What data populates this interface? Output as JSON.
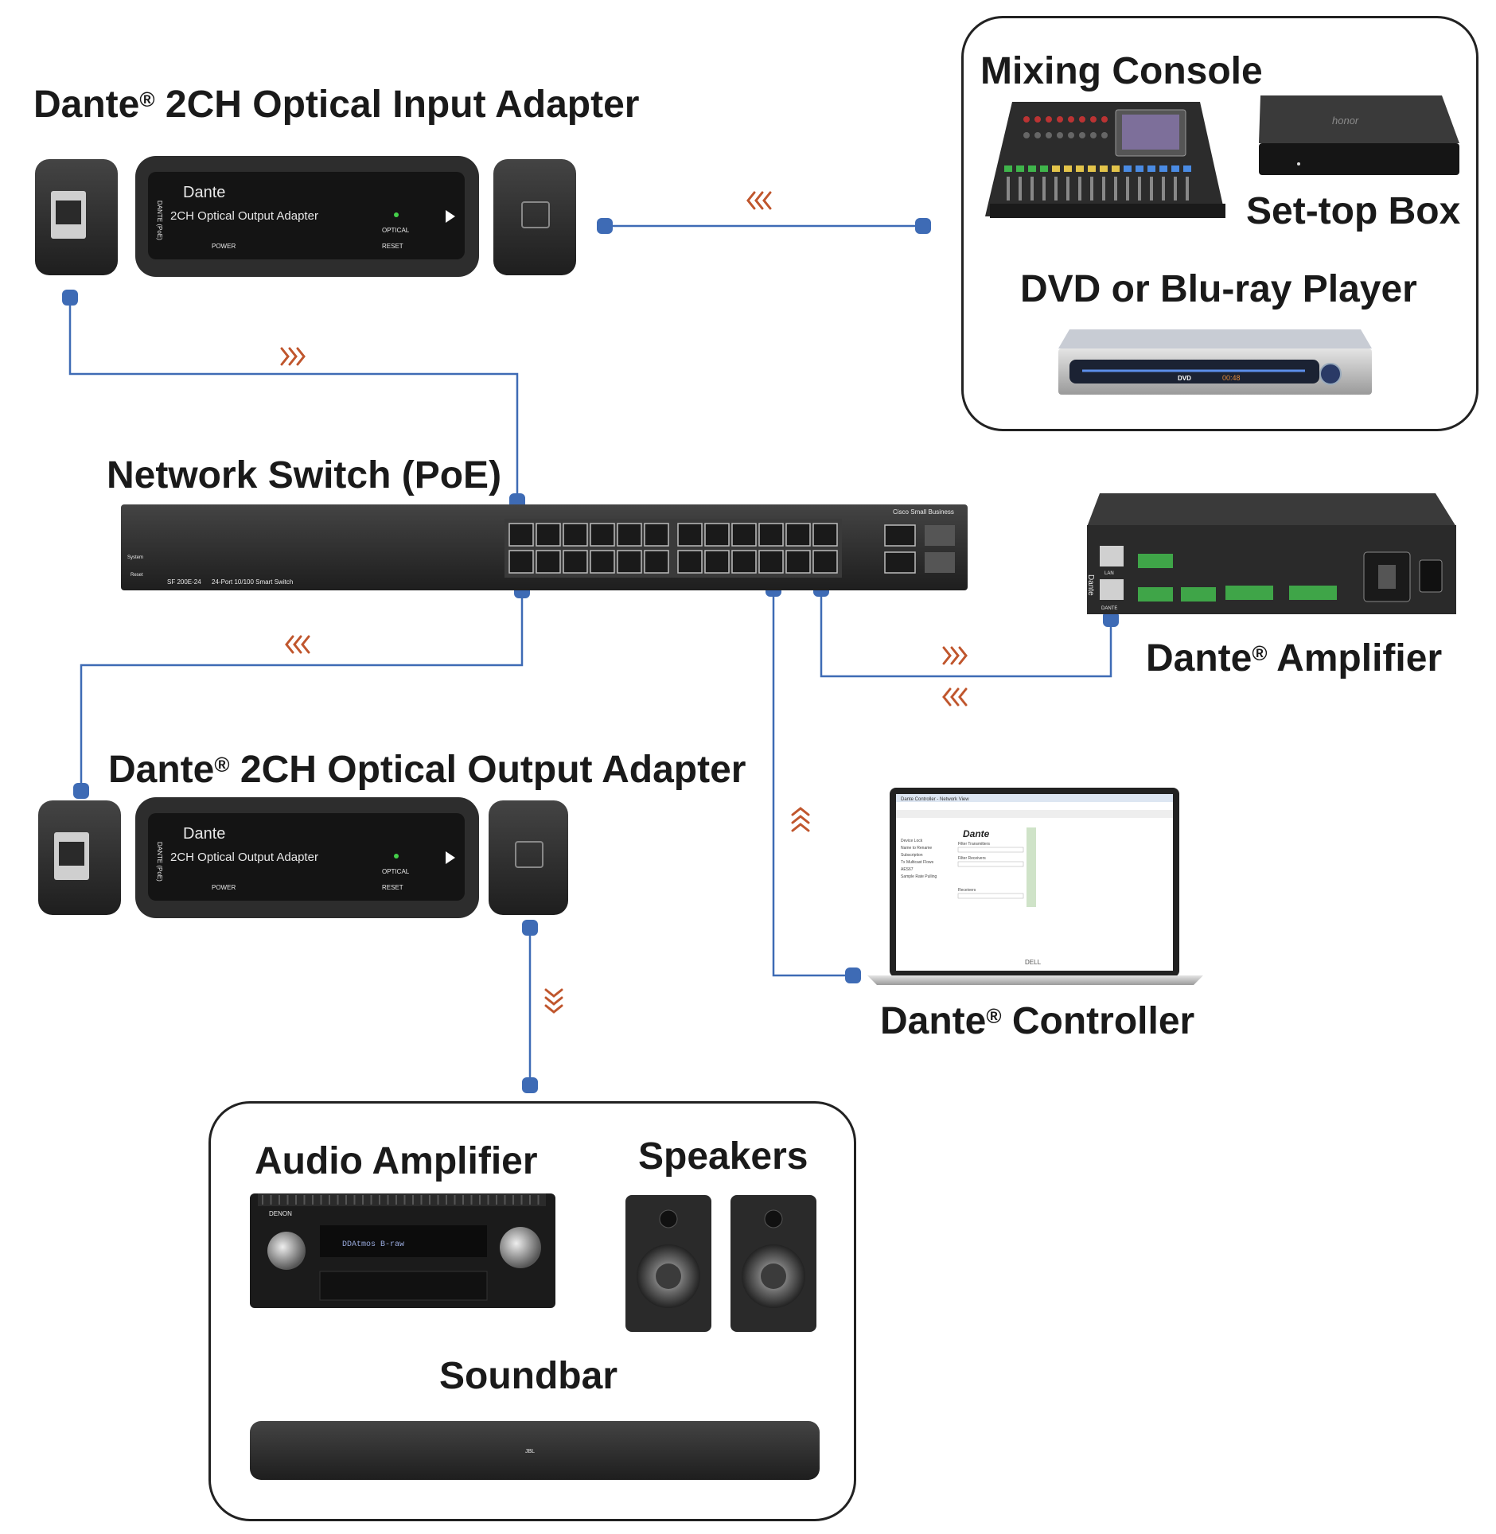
{
  "headings": {
    "input_adapter": "Dante® 2CH Optical Input Adapter",
    "mixing_console": "Mixing Console",
    "set_top_box": "Set-top Box",
    "dvd_player": "DVD or Blu-ray Player",
    "network_switch": "Network Switch (PoE)",
    "dante_amplifier": "Dante® Amplifier",
    "output_adapter": "Dante® 2CH Optical Output Adapter",
    "dante_controller": "Dante® Controller",
    "audio_amplifier": "Audio Amplifier",
    "speakers": "Speakers",
    "soundbar": "Soundbar"
  },
  "adapter_top": {
    "brand": "Dante",
    "model": "2CH Optical Output Adapter",
    "side_text": "DANTE (PoE)",
    "optical": "OPTICAL",
    "power": "POWER",
    "reset": "RESET"
  },
  "adapter_bottom": {
    "brand": "Dante",
    "model": "2CH Optical Output Adapter",
    "side_text": "DANTE (PoE)",
    "optical": "OPTICAL",
    "power": "POWER",
    "reset": "RESET"
  },
  "switch": {
    "brand": "Cisco Small Business",
    "model": "SF 200E-24",
    "description": "24-Port 10/100 Smart Switch",
    "system": "System",
    "reset": "Reset"
  },
  "amplifier": {
    "lan": "LAN",
    "dante": "DANTE",
    "brand": "Dante"
  },
  "laptop": {
    "window_title": "Dante Controller - Network View",
    "brand": "Dante",
    "maker": "DELL",
    "tree_items": [
      "Device Lock",
      "Name to Rename",
      "Subscription",
      "Tx Multicast Flows",
      "AES67",
      "Sample Rate Pulling"
    ],
    "grid_labels": [
      "Filter Transmitters",
      "Filter Receivers",
      "Receivers"
    ]
  },
  "set_top_box": {
    "brand": "honor"
  },
  "dvd": {
    "brand": "DVD",
    "display": "00:48"
  },
  "audio_amp": {
    "brand": "DENON",
    "display": "DDAtmos   B-raw"
  },
  "soundbar": {
    "brand": "JBL"
  },
  "colors": {
    "wire": "#3e6bb5",
    "arrow": "#c0562d",
    "device_dark": "#2a2a2a",
    "led_green": "#44d04a"
  },
  "flow_arrows": [
    "left",
    "right",
    "left",
    "right",
    "left",
    "up",
    "down"
  ]
}
